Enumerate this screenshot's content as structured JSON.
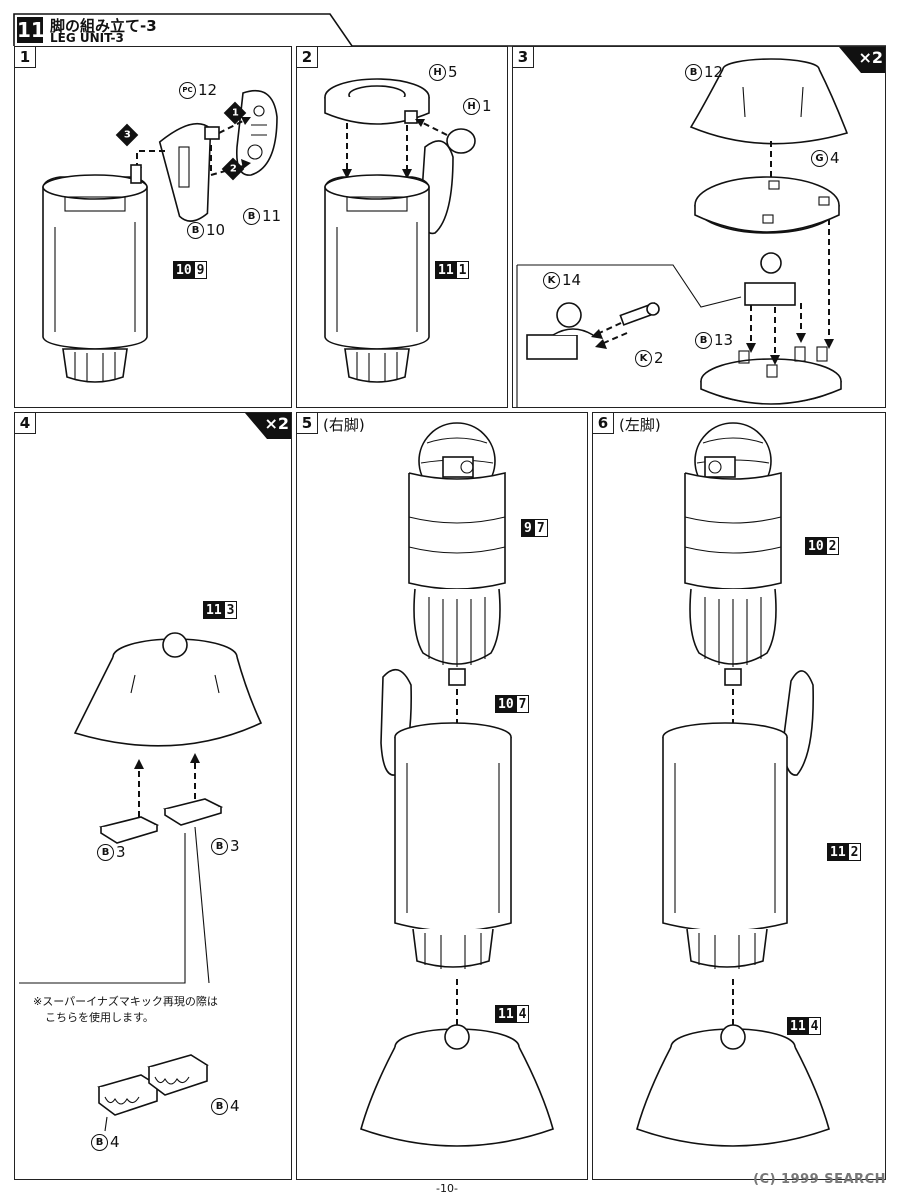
{
  "header": {
    "section_number": "11",
    "title_jp": "脚の組み立て-3",
    "title_en": "LEG UNIT-3"
  },
  "multiplier": "×2",
  "steps": [
    {
      "num": "1",
      "ref": {
        "a": "10",
        "b": "9"
      },
      "parts": {
        "pc12": "12",
        "b10": "10",
        "b11": "11"
      },
      "badges": [
        "1",
        "2",
        "3"
      ]
    },
    {
      "num": "2",
      "ref": {
        "a": "11",
        "b": "1"
      },
      "parts": {
        "h5": "5",
        "h1": "1"
      }
    },
    {
      "num": "3",
      "parts": {
        "b12": "12",
        "g4": "4",
        "k14": "14",
        "k2": "2",
        "b13": "13"
      }
    },
    {
      "num": "4",
      "ref": {
        "a": "11",
        "b": "3"
      },
      "parts": {
        "b3a": "3",
        "b3b": "3",
        "b4a": "4",
        "b4b": "4"
      },
      "note_line1": "※スーパーイナズマキック再現の際は",
      "note_line2": "こちらを使用します。"
    },
    {
      "num": "5",
      "side": "(右脚)",
      "refs": [
        {
          "a": "9",
          "b": "7"
        },
        {
          "a": "10",
          "b": "7"
        },
        {
          "a": "11",
          "b": "4"
        }
      ]
    },
    {
      "num": "6",
      "side": "(左脚)",
      "refs": [
        {
          "a": "10",
          "b": "2"
        },
        {
          "a": "11",
          "b": "2"
        },
        {
          "a": "11",
          "b": "4"
        }
      ]
    }
  ],
  "part_letters": {
    "b": "B",
    "h": "H",
    "g": "G",
    "k": "K",
    "pc": "PC"
  },
  "footer": {
    "page": "-10-",
    "watermark": "(C) 1999 SEARCH"
  }
}
